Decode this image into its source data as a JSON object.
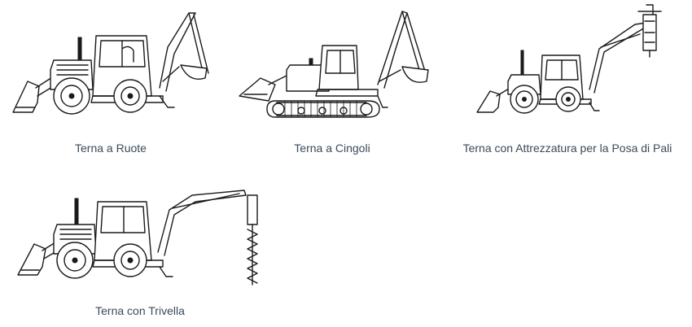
{
  "figures": [
    {
      "caption": "Terna a Ruote",
      "icon": "wheeled-backhoe-loader"
    },
    {
      "caption": "Terna a Cingoli",
      "icon": "tracked-backhoe-loader"
    },
    {
      "caption": "Terna con Attrezzatura per la Posa di Pali",
      "icon": "backhoe-pile-driver"
    },
    {
      "caption": "Terna con Trivella",
      "icon": "backhoe-auger"
    }
  ]
}
